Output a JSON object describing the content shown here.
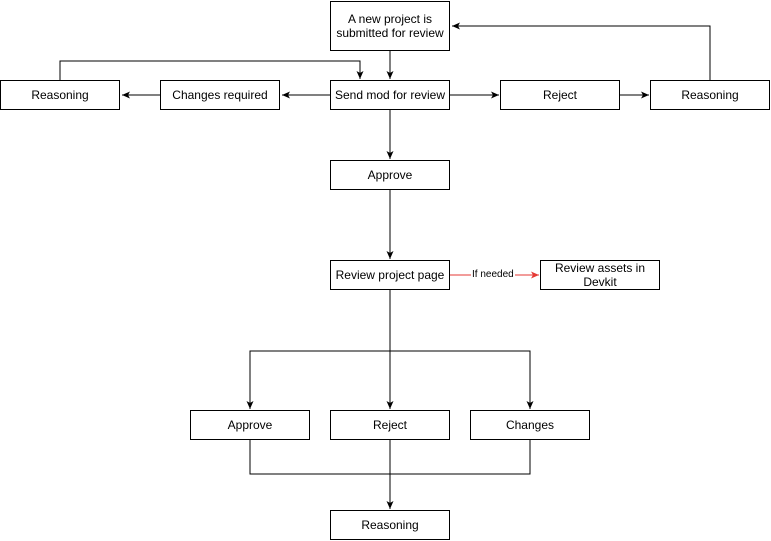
{
  "nodes": {
    "submitted": "A new project is submitted for review",
    "send_mod": "Send mod for review",
    "changes_required": "Changes required",
    "reasoning_left": "Reasoning",
    "reject_top": "Reject",
    "reasoning_right": "Reasoning",
    "approve_top": "Approve",
    "review_page": "Review project page",
    "review_assets": "Review assets in Devkit",
    "approve_bottom": "Approve",
    "reject_bottom": "Reject",
    "changes_bottom": "Changes",
    "reasoning_bottom": "Reasoning"
  },
  "edges": {
    "if_needed": "If needed"
  },
  "colors": {
    "stroke": "#000000",
    "highlight_edge": "#e53935"
  }
}
